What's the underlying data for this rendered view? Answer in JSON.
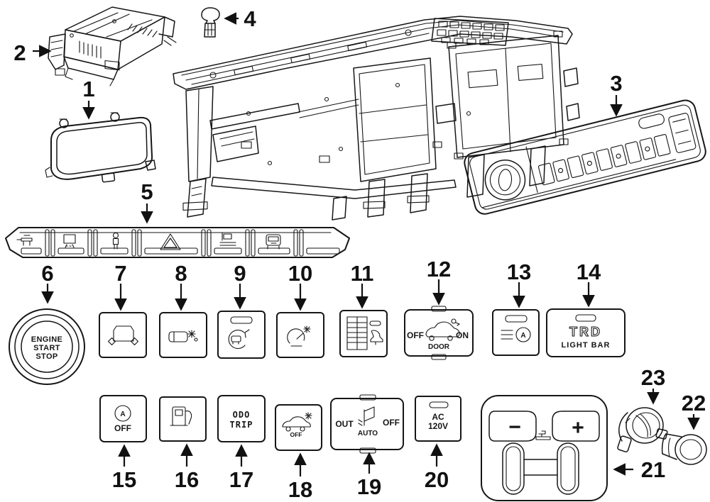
{
  "callouts": {
    "c1": "1",
    "c2": "2",
    "c3": "3",
    "c4": "4",
    "c5": "5",
    "c6": "6",
    "c7": "7",
    "c8": "8",
    "c9": "9",
    "c10": "10",
    "c11": "11",
    "c12": "12",
    "c13": "13",
    "c14": "14",
    "c15": "15",
    "c16": "16",
    "c17": "17",
    "c18": "18",
    "c19": "19",
    "c20": "20",
    "c21": "21",
    "c22": "22",
    "c23": "23"
  },
  "switches": {
    "start": {
      "line1": "ENGINE",
      "line2": "START",
      "line3": "STOP"
    },
    "door_lock": {
      "off": "OFF",
      "on": "ON",
      "label": "DOOR"
    },
    "headlight_auto": {
      "letter": "A"
    },
    "trd": {
      "brand": "TRD",
      "label": "LIGHT BAR"
    },
    "idle_stop": {
      "letter": "A",
      "off": "OFF"
    },
    "odo_trip": {
      "line1": "ODO",
      "line2": "TRIP"
    },
    "sonar": {
      "off": "OFF"
    },
    "mirror": {
      "out": "OUT",
      "auto": "AUTO",
      "off": "OFF"
    },
    "ac_outlet": {
      "line1": "AC",
      "line2": "120V"
    },
    "diff_control": {
      "minus": "−",
      "plus": "+"
    }
  },
  "icons": [
    "seat-icon",
    "display-icon",
    "passenger-icon",
    "hazard-triangle-icon",
    "seat-heater-icon",
    "vehicle-front-icon",
    "vehicle-rear-icon",
    "washer-spray-icon",
    "traction-control-icon",
    "speed-sensor-icon",
    "inverter-horn-icon",
    "vehicle-door-icon",
    "headlight-level-icon",
    "fuel-pump-icon",
    "parking-sensor-icon",
    "mirror-fold-icon",
    "trailer-hitch-icon"
  ]
}
